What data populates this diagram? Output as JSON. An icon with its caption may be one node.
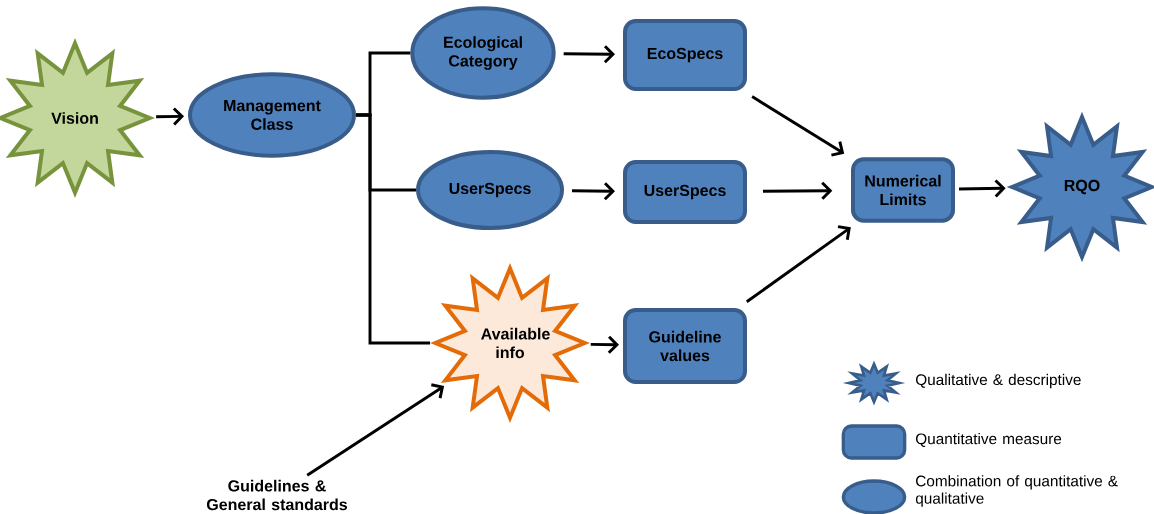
{
  "diagram": {
    "nodes": [
      {
        "text": [
          "Vision"
        ]
      },
      {
        "text": [
          "Management Class"
        ]
      },
      {
        "text": [
          "Ecological Category"
        ]
      },
      {
        "text": [
          "UserSpecs"
        ]
      },
      {
        "text": [
          "Available info"
        ]
      },
      {
        "text": [
          "EcoSpecs"
        ]
      },
      {
        "text": [
          "UserSpecs"
        ]
      },
      {
        "text": [
          "Guideline values"
        ]
      },
      {
        "text": [
          "Numerical Limits"
        ]
      },
      {
        "text": [
          "RQO"
        ]
      },
      {
        "text": [
          "Guidelines & General standards"
        ]
      }
    ],
    "edges": [
      {
        "from": 0,
        "to": 1,
        "arrow": "to"
      },
      {
        "from": 1,
        "to": 2,
        "arrow": "none"
      },
      {
        "from": 1,
        "to": 3,
        "arrow": "none"
      },
      {
        "from": 1,
        "to": 4,
        "arrow": "none"
      },
      {
        "from": 2,
        "to": 5,
        "arrow": "to"
      },
      {
        "from": 3,
        "to": 6,
        "arrow": "to"
      },
      {
        "from": 4,
        "to": 7,
        "arrow": "to"
      },
      {
        "from": 5,
        "to": 8,
        "arrow": "to"
      },
      {
        "from": 6,
        "to": 8,
        "arrow": "to"
      },
      {
        "from": 7,
        "to": 8,
        "arrow": "to"
      },
      {
        "from": 8,
        "to": 9,
        "arrow": "to"
      },
      {
        "from": 10,
        "to": 4,
        "arrow": "to"
      }
    ],
    "legend": [
      {
        "text": "Qualitative & descriptive"
      },
      {
        "text": "Quantitative measure"
      },
      {
        "text": "Combination of quantitative & qualitative"
      }
    ]
  }
}
